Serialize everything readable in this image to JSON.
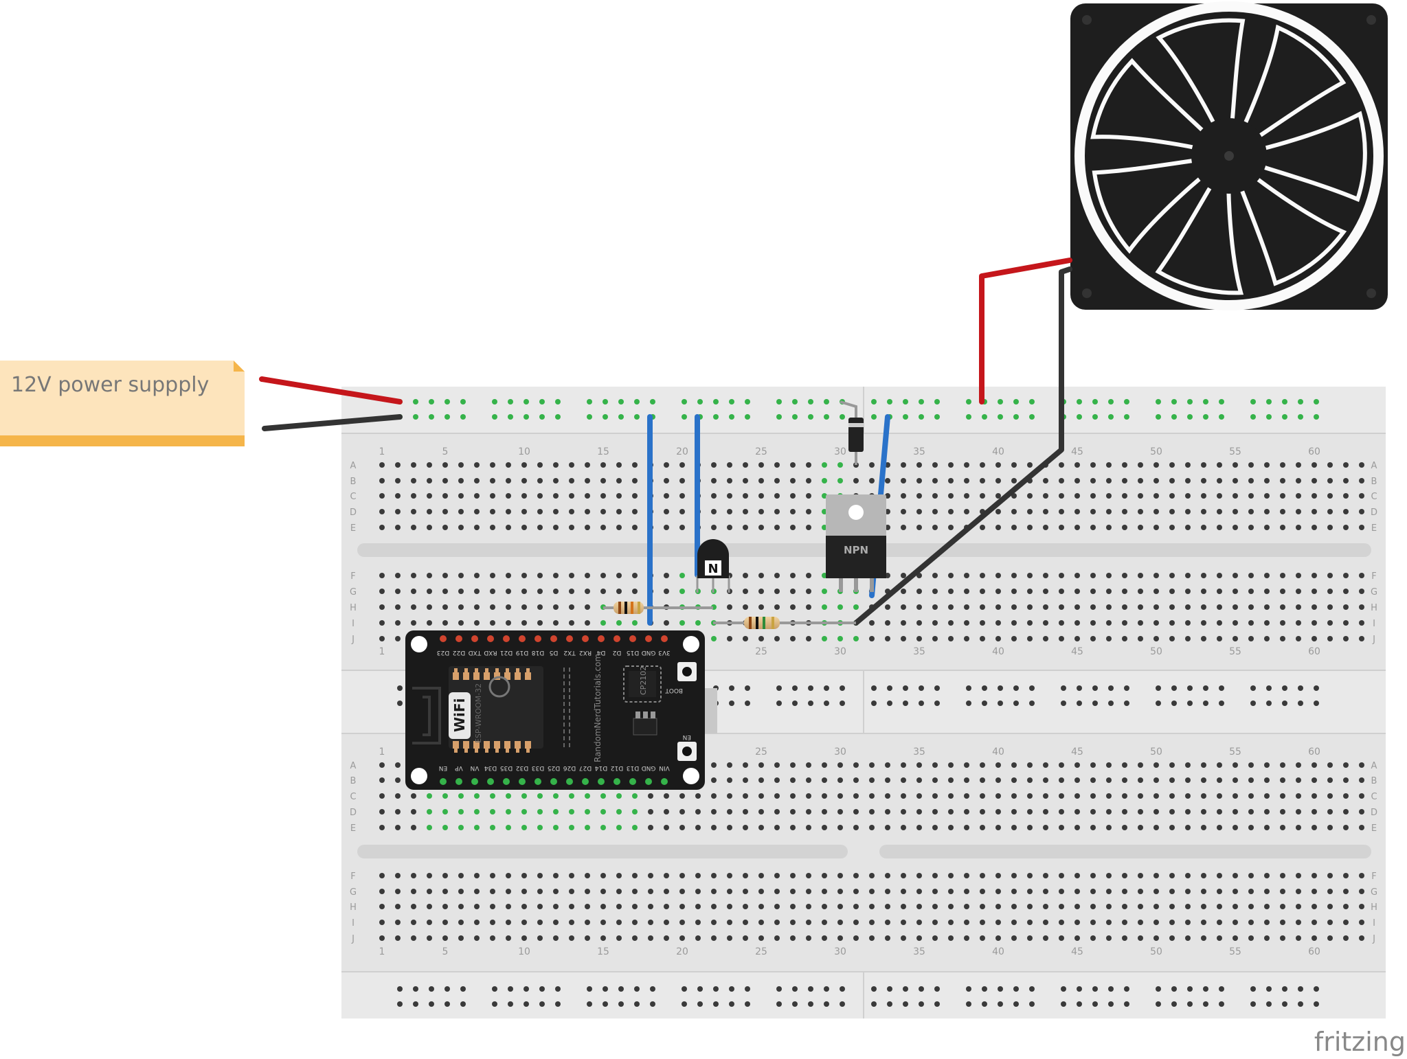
{
  "note": {
    "text": "12V power suppply"
  },
  "watermark": {
    "text": "fritzing"
  },
  "breadboards": [
    {
      "row_letters": [
        "A",
        "B",
        "C",
        "D",
        "E",
        "F",
        "G",
        "H",
        "I",
        "J"
      ],
      "column_numbers": [
        "1",
        "5",
        "10",
        "15",
        "20",
        "25",
        "30",
        "35",
        "40",
        "45",
        "50",
        "55",
        "60"
      ]
    },
    {
      "row_letters": [
        "A",
        "B",
        "C",
        "D",
        "E",
        "F",
        "G",
        "H",
        "I",
        "J"
      ],
      "column_numbers": [
        "1",
        "5",
        "10",
        "15",
        "20",
        "25",
        "30",
        "35",
        "40",
        "45",
        "50",
        "55",
        "60"
      ]
    }
  ],
  "esp32": {
    "top_pins": [
      "D23",
      "D22",
      "TXD",
      "RXD",
      "D21",
      "D19",
      "D18",
      "D5",
      "TX2",
      "RX2",
      "D4",
      "D2",
      "D15",
      "GND",
      "3V3"
    ],
    "bottom_pins": [
      "EN",
      "VP",
      "VN",
      "D34",
      "D35",
      "D32",
      "D33",
      "D25",
      "D26",
      "D27",
      "D14",
      "D12",
      "D13",
      "GND",
      "VIN"
    ],
    "boot_label": "BOOT",
    "en_label": "EN",
    "wifi_label": "WiFi",
    "module_label": "ESP-WROOM-32",
    "chip_label": "CP2102",
    "credit": "RandomNerdTutorials.com"
  },
  "mosfet": {
    "label": "NPN"
  },
  "transistor": {
    "label": "N"
  },
  "colors": {
    "board": "#e4e4e4",
    "wire_red": "#c5161b",
    "wire_black": "#333333",
    "wire_blue": "#2a72c9",
    "note_bg": "#fde4bc",
    "note_edge": "#f5b54a",
    "connected_hole": "#35b34a"
  }
}
